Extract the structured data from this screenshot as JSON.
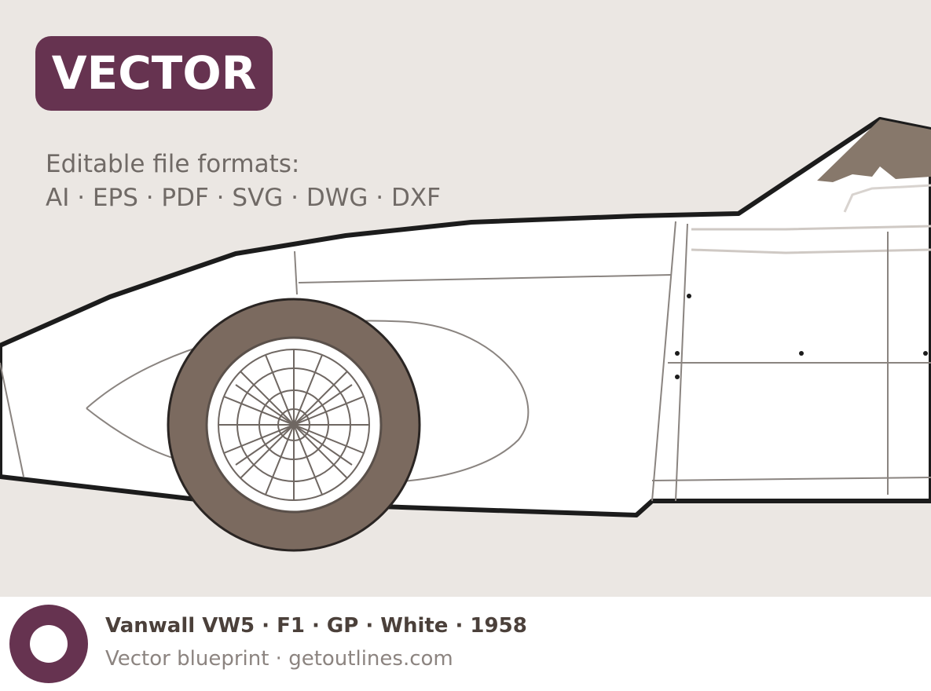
{
  "badge": {
    "label": "VECTOR"
  },
  "formats": {
    "heading": "Editable file formats:",
    "list": "AI · EPS · PDF · SVG · DWG · DXF"
  },
  "footer": {
    "title": "Vanwall VW5 · F1 · GP · White · 1958",
    "subtitle": "Vector blueprint · getoutlines.com"
  },
  "colors": {
    "background": "#ebe7e3",
    "brand_purple": "#663350",
    "tire_brown": "#7b6a5f",
    "outline_dark": "#1c1c1c",
    "car_body": "#ffffff"
  },
  "illustration": {
    "subject": "car-side-blueprint"
  }
}
